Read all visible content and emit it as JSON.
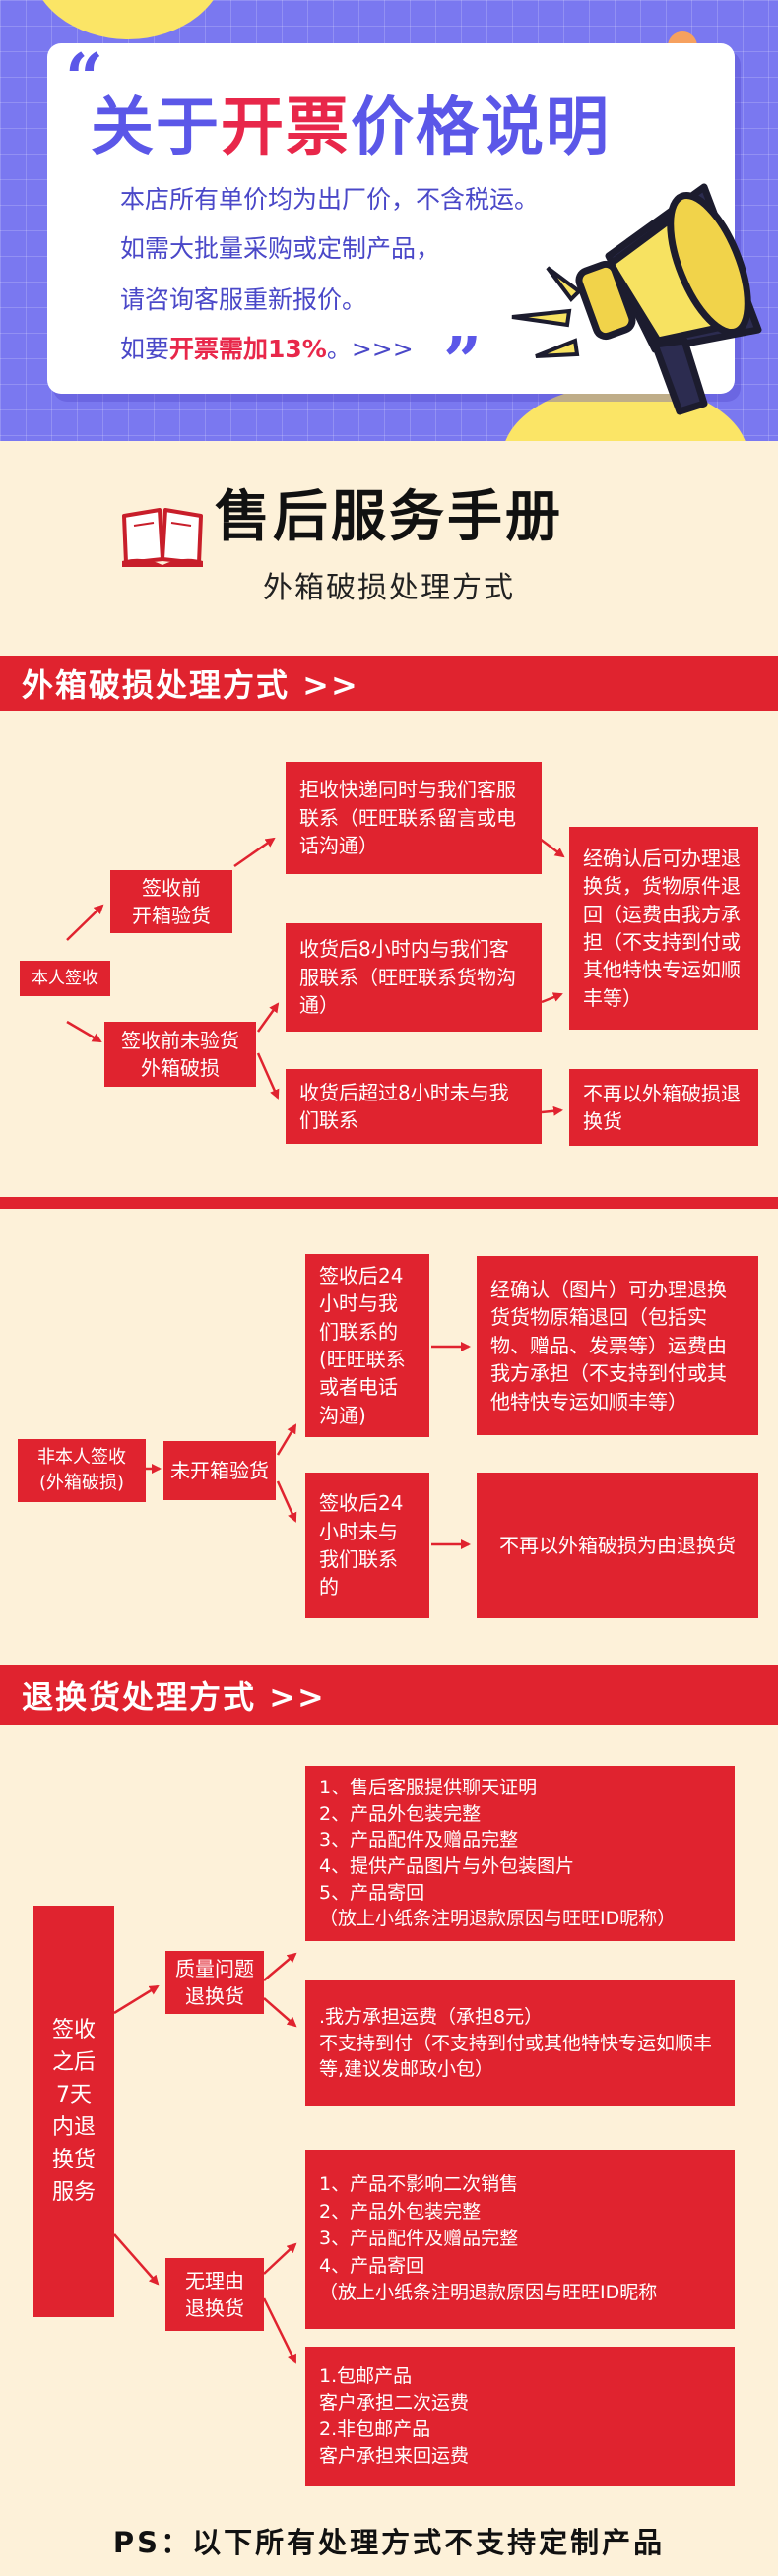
{
  "banner": {
    "title_prefix": "关于",
    "title_highlight": "开票",
    "title_suffix": "价格说明",
    "line1": "本店所有单价均为出厂价，不含税运。",
    "line2": "如需大批量采购或定制产品，",
    "line3": "请咨询客服重新报价。",
    "line4_prefix": "如要",
    "line4_highlight": "开票需加13%",
    "line4_suffix": "。>>>"
  },
  "header": {
    "title": "售后服务手册",
    "subtitle": "外箱破损处理方式"
  },
  "section1": {
    "heading": "外箱破损处理方式 >>",
    "self_sign": "本人签收",
    "inspect_before": "签收前\n开箱验货",
    "not_inspected": "签收前未验货\n外箱破损",
    "refuse": "拒收快递同时与我们客服联系（旺旺联系留言或电话沟通）",
    "within8": "收货后8小时内与我们客服联系（旺旺联系货物沟通）",
    "after8": "收货后超过8小时未与我们联系",
    "confirm": "经确认后可办理退换货，货物原件退回（运费由我方承担（不支持到付或其他特快专运如顺丰等）",
    "no_return": "不再以外箱破损退换货"
  },
  "section2": {
    "other_sign": "非本人签收\n(外箱破损)",
    "not_opened": "未开箱验货",
    "within24": "签收后24小时与我们联系的(旺旺联系或者电话沟通)",
    "after24": "签收后24小时未与我们联系的",
    "confirm": "经确认（图片）可办理退换货货物原箱退回（包括实物、赠品、发票等）运费由我方承担（不支持到付或其他特快专运如顺丰等）",
    "no_return": "不再以外箱破损为由退换货"
  },
  "section3": {
    "heading": "退换货处理方式 >>",
    "left": "签收\n之后\n7天\n内退\n换货\n服务",
    "quality": "质量问题\n退换货",
    "no_reason": "无理由\n退换货",
    "quality_steps": "1、售后客服提供聊天证明\n2、产品外包装完整\n3、产品配件及赠品完整\n4、提供产品图片与外包装图片\n5、产品寄回\n（放上小纸条注明退款原因与旺旺ID昵称）",
    "quality_shipping": ".我方承担运费（承担8元）\n不支持到付（不支持到付或其他特快专运如顺丰等,建议发邮政小包）",
    "noreason_steps": "1、产品不影响二次销售\n2、产品外包装完整\n3、产品配件及赠品完整\n4、产品寄回\n（放上小纸条注明退款原因与旺旺ID昵称",
    "noreason_shipping": "1.包邮产品\n客户承担二次运费\n2.非包邮产品\n客户承担来回运费"
  },
  "footer": {
    "ps": "PS：以下所有处理方式不支持定制产品"
  }
}
